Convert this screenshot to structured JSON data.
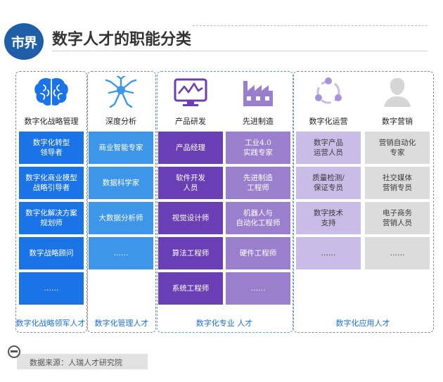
{
  "header": {
    "logo": "市界",
    "title": "数字人才的职能分类"
  },
  "columns": [
    {
      "key": "strategy",
      "title": "数字化战略管理",
      "icon": "brain-icon",
      "color": "#1a74e8",
      "text": "#ffffff",
      "cells": [
        "数字化转型\n领导者",
        "数字化商业模型\n战略引导者",
        "数字化解决方案\n规划师",
        "数字战略顾问",
        "……"
      ]
    },
    {
      "key": "analysis",
      "title": "深度分析",
      "icon": "neuron-icon",
      "color": "#3d96ea",
      "text": "#ffffff",
      "cells": [
        "商业智能专家",
        "数据科学家",
        "大数据分析师",
        "……"
      ]
    },
    {
      "key": "rnd",
      "title": "产品研发",
      "icon": "monitor-chart-icon",
      "color": "#6a3fb5",
      "text": "#ffffff",
      "cells": [
        "产品经理",
        "软件开发\n人员",
        "视觉设计师",
        "算法工程师",
        "系统工程师"
      ]
    },
    {
      "key": "manufacturing",
      "title": "先进制造",
      "icon": "factory-icon",
      "color": "#9a7fcf",
      "text": "#ffffff",
      "cells": [
        "工业4.0\n实践专家",
        "先进制造\n工程师",
        "机器人与\n自动化工程师",
        "硬件工程师",
        "……"
      ]
    },
    {
      "key": "operations",
      "title": "数字化运营",
      "icon": "cycle-icon",
      "color": "#c9bce6",
      "text": "#3a3a3a",
      "cells": [
        "数字产品\n运营人员",
        "质量检测/\n保证专员",
        "数字技术\n支持",
        "……"
      ]
    },
    {
      "key": "marketing",
      "title": "数字营销",
      "icon": "person-icon",
      "color": "#dcdcdc",
      "text": "#3a3a3a",
      "cells": [
        "营销自动化\n专家",
        "社交媒体\n营销专员",
        "电子商务\n营销人员",
        "……"
      ]
    }
  ],
  "groups": [
    {
      "key": "leader",
      "label": "数字化战略领军人才"
    },
    {
      "key": "management",
      "label": "数字化管理人才"
    },
    {
      "key": "professional",
      "label": "数字化专业 人才"
    },
    {
      "key": "application",
      "label": "数字化应用人才"
    }
  ],
  "footer": {
    "source": "数据来源：人瑞人才研究院"
  }
}
